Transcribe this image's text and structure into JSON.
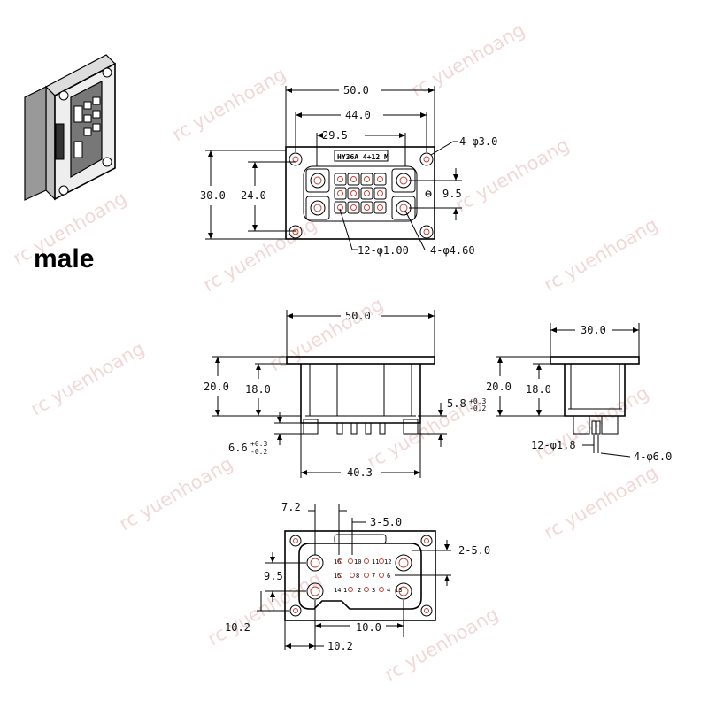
{
  "gender_label": "male",
  "watermark": "rc yuenhoang",
  "front_view": {
    "width_overall": "50.0",
    "width_mount_holes": "44.0",
    "width_body": "29.5",
    "height_overall": "30.0",
    "height_mount_holes": "24.0",
    "mount_hole_callout": "4-φ3.0",
    "signal_pin_callout": "12-φ1.00",
    "power_pin_callout": "4-φ4.60",
    "power_pin_pitch": "9.5",
    "model_marking": "HY36A 4+12 M"
  },
  "side_view": {
    "width_overall": "50.0",
    "height_overall": "20.0",
    "height_body": "18.0",
    "pin_length_right": "5.8",
    "pin_length_right_tol_upper": "+0.3",
    "pin_length_right_tol_lower": "-0.2",
    "pin_length_left": "6.6",
    "pin_length_left_tol_upper": "+0.3",
    "pin_length_left_tol_lower": "-0.2",
    "pin_span": "40.3"
  },
  "end_view": {
    "width_overall": "30.0",
    "height_overall": "20.0",
    "height_body": "18.0",
    "signal_pin_callout": "12-φ1.8",
    "power_pin_callout": "4-φ6.0"
  },
  "bottom_view": {
    "offset_x": "7.2",
    "signal_pitch_x": "3-5.0",
    "signal_pitch_y": "2-5.0",
    "power_pitch_y": "9.5",
    "offset_y": "10.2",
    "power_pitch_x": "10.0",
    "offset_x_bottom": "10.2",
    "pin_numbers": [
      "16",
      "10",
      "11",
      "12",
      "15",
      "8",
      "7",
      "6",
      "14",
      "1",
      "2",
      "3",
      "4",
      "13"
    ]
  }
}
